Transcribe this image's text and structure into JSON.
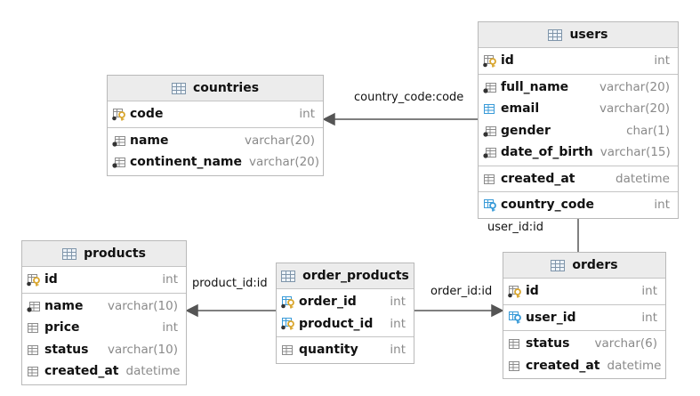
{
  "tables": {
    "users": {
      "title": "users",
      "columns": [
        {
          "name": "id",
          "type": "int",
          "icon": "primary-key"
        },
        {
          "name": "full_name",
          "type": "varchar(20)",
          "icon": "column-notnull"
        },
        {
          "name": "email",
          "type": "varchar(20)",
          "icon": "column-indexed"
        },
        {
          "name": "gender",
          "type": "char(1)",
          "icon": "column-notnull"
        },
        {
          "name": "date_of_birth",
          "type": "varchar(15)",
          "icon": "column-notnull"
        },
        {
          "name": "created_at",
          "type": "datetime",
          "icon": "column"
        },
        {
          "name": "country_code",
          "type": "int",
          "icon": "foreign-key"
        }
      ]
    },
    "countries": {
      "title": "countries",
      "columns": [
        {
          "name": "code",
          "type": "int",
          "icon": "primary-key"
        },
        {
          "name": "name",
          "type": "varchar(20)",
          "icon": "column-notnull"
        },
        {
          "name": "continent_name",
          "type": "varchar(20)",
          "icon": "column-notnull"
        }
      ]
    },
    "products": {
      "title": "products",
      "columns": [
        {
          "name": "id",
          "type": "int",
          "icon": "primary-key"
        },
        {
          "name": "name",
          "type": "varchar(10)",
          "icon": "column-notnull"
        },
        {
          "name": "price",
          "type": "int",
          "icon": "column"
        },
        {
          "name": "status",
          "type": "varchar(10)",
          "icon": "column"
        },
        {
          "name": "created_at",
          "type": "datetime",
          "icon": "column"
        }
      ]
    },
    "order_products": {
      "title": "order_products",
      "columns": [
        {
          "name": "order_id",
          "type": "int",
          "icon": "primary-foreign-key"
        },
        {
          "name": "product_id",
          "type": "int",
          "icon": "primary-foreign-key"
        },
        {
          "name": "quantity",
          "type": "int",
          "icon": "column"
        }
      ]
    },
    "orders": {
      "title": "orders",
      "columns": [
        {
          "name": "id",
          "type": "int",
          "icon": "primary-key"
        },
        {
          "name": "user_id",
          "type": "int",
          "icon": "foreign-key"
        },
        {
          "name": "status",
          "type": "varchar(6)",
          "icon": "column"
        },
        {
          "name": "created_at",
          "type": "datetime",
          "icon": "column"
        }
      ]
    }
  },
  "relations": {
    "country_code": "country_code:code",
    "user_id": "user_id:id",
    "product_id": "product_id:id",
    "order_id": "order_id:id"
  },
  "colors": {
    "header_bg": "#ececec",
    "border": "#b9b9b9",
    "type_text": "#8a8a8a",
    "connector": "#555555",
    "key_gold": "#d9a62e",
    "fk_blue": "#3a9bd8"
  }
}
